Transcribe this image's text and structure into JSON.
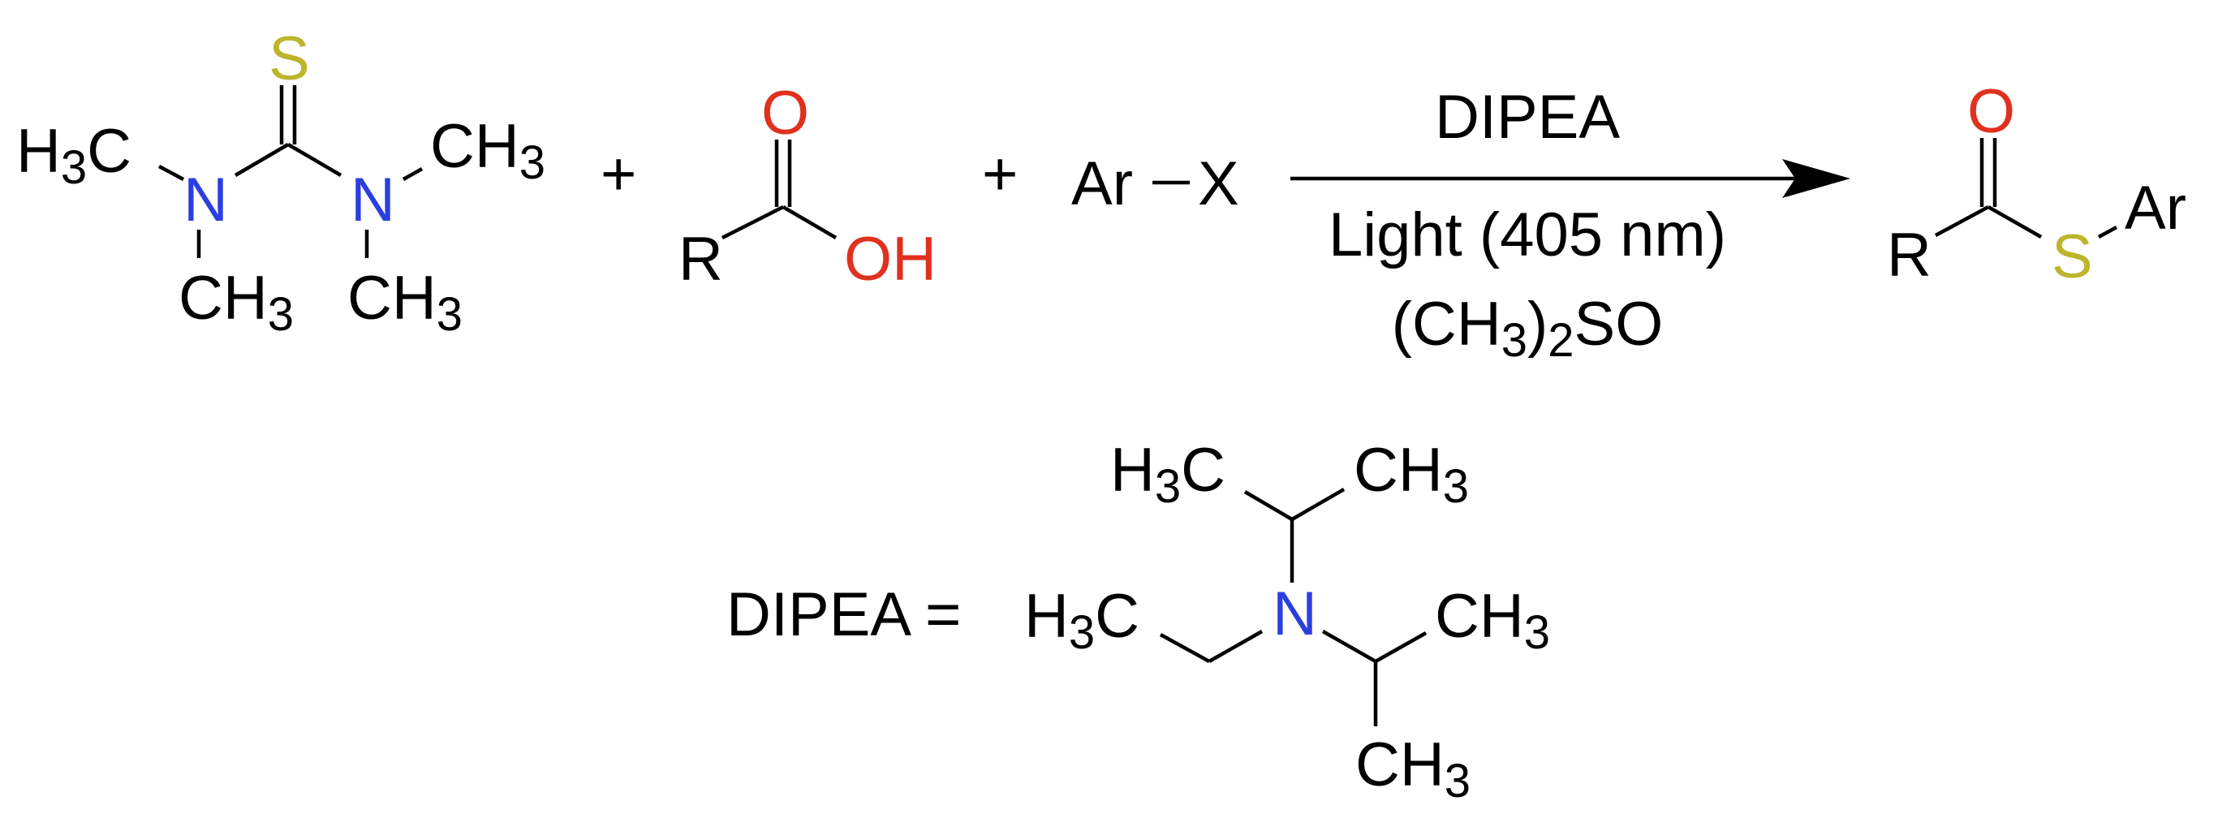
{
  "colors": {
    "carbon": "#000000",
    "nitrogen": "#2b3fe0",
    "oxygen": "#e0301e",
    "sulfur": "#bdb52c"
  },
  "reagents": {
    "thiourea": {
      "sulfur": "S",
      "nitrogen": "N",
      "carbon_prefix": "H",
      "carbon_suffix": "C",
      "methyl_main": "CH",
      "hydrogen_count": "3"
    },
    "plus_sign": "+",
    "carboxylic_acid": {
      "r_group": "R",
      "carbonyl_oxygen": "O",
      "hydroxyl": "OH"
    },
    "aryl_halide": {
      "aryl": "Ar",
      "halide": "X"
    }
  },
  "conditions": {
    "base": "DIPEA",
    "light": "Light (405 nm)",
    "solvent_prefix": "(CH",
    "solvent_sub1": "3",
    "solvent_mid": ")",
    "solvent_sub2": "2",
    "solvent_suffix": "SO"
  },
  "product": {
    "r_group": "R",
    "carbonyl_oxygen": "O",
    "sulfur": "S",
    "aryl": "Ar"
  },
  "dipea_definition": {
    "label": "DIPEA =",
    "nitrogen": "N",
    "carbon_prefix": "H",
    "carbon_suffix": "C",
    "methyl_main": "CH",
    "hydrogen_count": "3"
  }
}
